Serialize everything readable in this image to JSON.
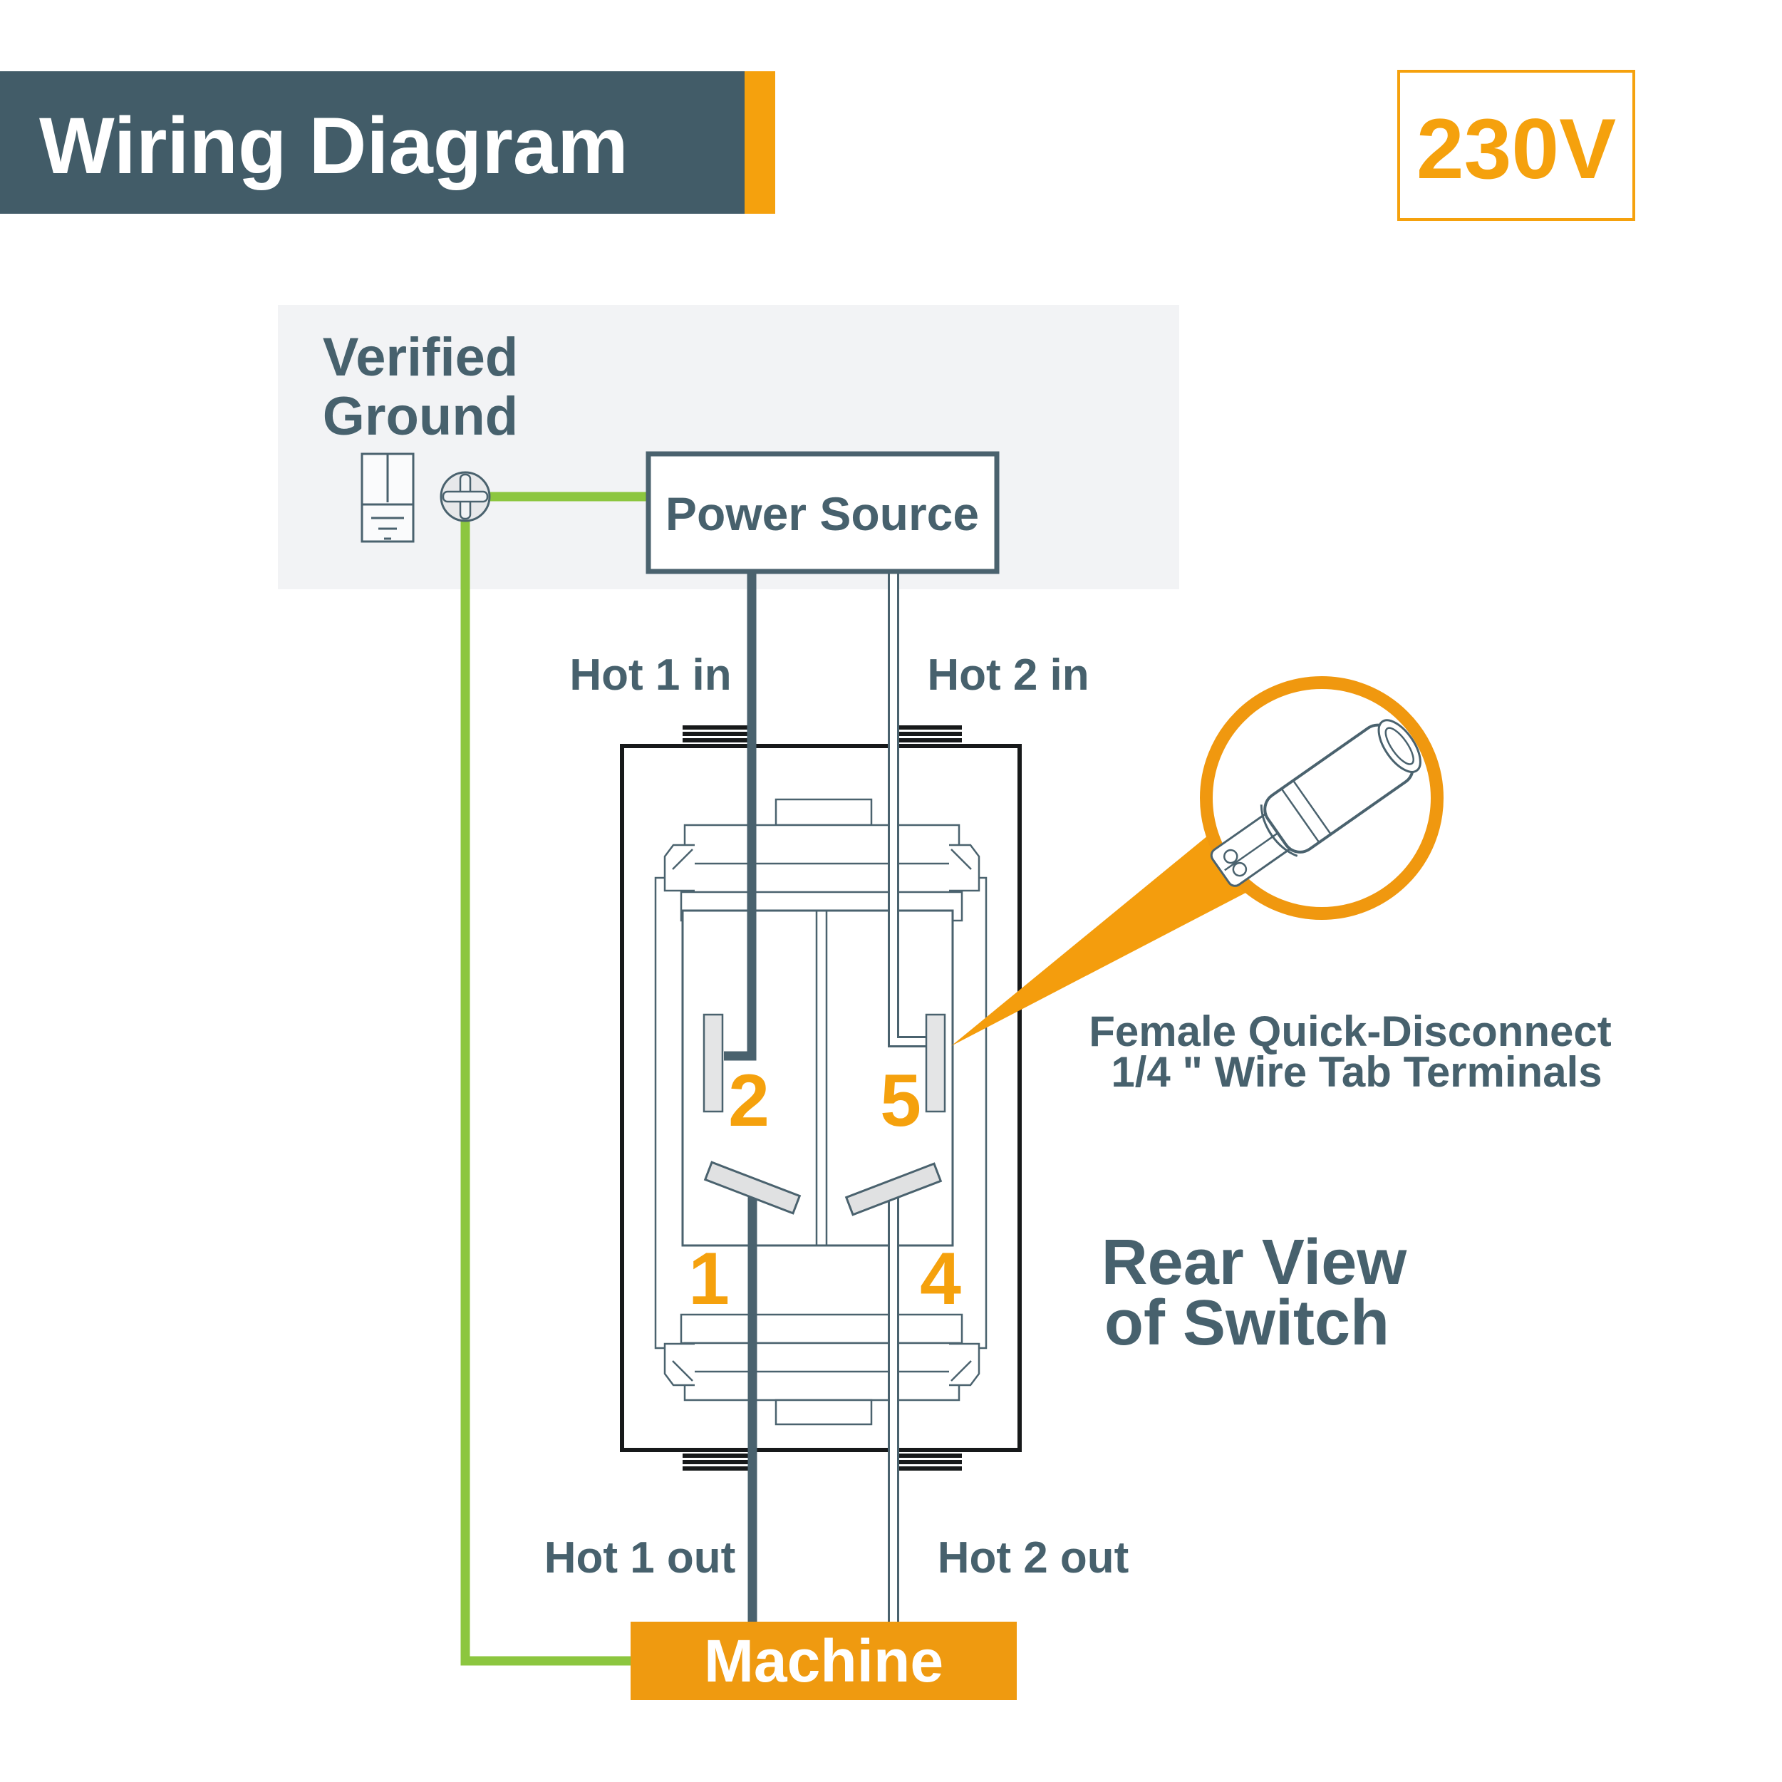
{
  "header": {
    "title": "Wiring Diagram",
    "voltage_badge": "230V"
  },
  "colors": {
    "slate_bar": "#425C68",
    "slate_text": "#47616D",
    "slate_stroke": "#4A626E",
    "accent_orange": "#F5A10D",
    "machine_orange": "#EF9A10",
    "ground_green": "#8CC63F",
    "panel_gray": "#F2F3F5",
    "outline_black": "#17191A"
  },
  "ground": {
    "label_line1": "Verified",
    "label_line2": "Ground"
  },
  "power_source": {
    "label": "Power Source"
  },
  "machine": {
    "label": "Machine"
  },
  "wire_labels": {
    "hot1_in": "Hot 1 in",
    "hot2_in": "Hot 2 in",
    "hot1_out": "Hot 1 out",
    "hot2_out": "Hot 2 out"
  },
  "switch": {
    "terminal_2": "2",
    "terminal_5": "5",
    "terminal_1": "1",
    "terminal_4": "4",
    "view_caption_line1": "Rear View",
    "view_caption_line2": "of Switch"
  },
  "callout": {
    "caption_line1": "Female Quick-Disconnect",
    "caption_line2": "1/4 \" Wire  Tab Terminals"
  }
}
